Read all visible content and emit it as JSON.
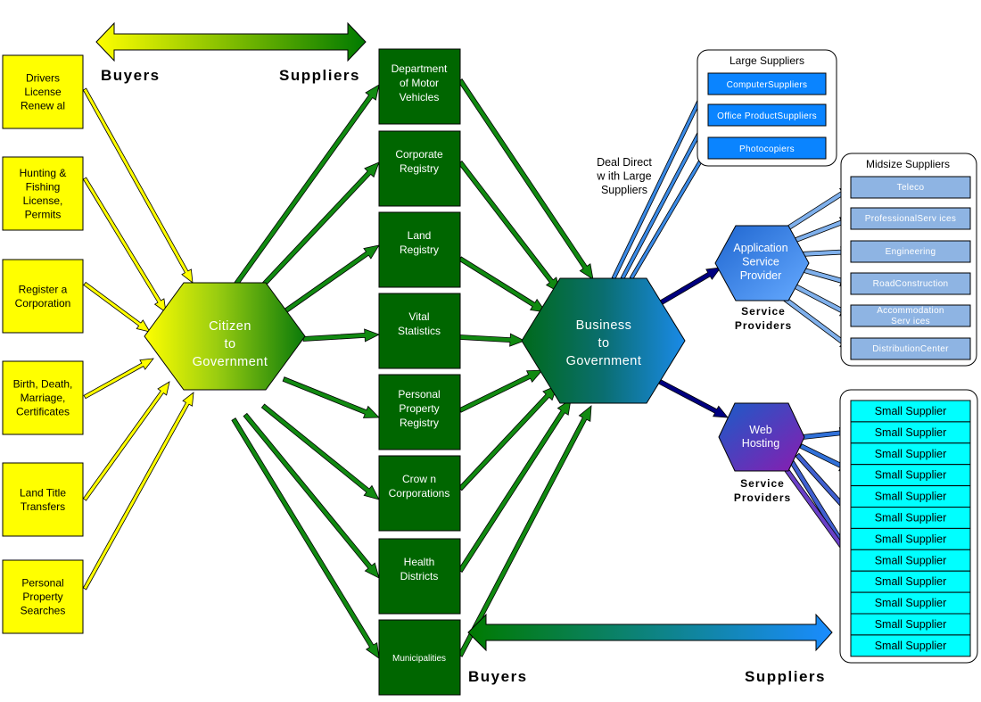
{
  "headers": {
    "top_buyers": "Buyers",
    "top_suppliers": "Suppliers",
    "bottom_buyers": "Buyers",
    "bottom_suppliers": "Suppliers"
  },
  "citizen_services": [
    [
      "Drivers",
      "License",
      "Renew al"
    ],
    [
      "Hunting &",
      "Fishing",
      "License,",
      "Permits"
    ],
    [
      "Register a",
      "Corporation"
    ],
    [
      "Birth, Death,",
      "Marriage,",
      "Certificates"
    ],
    [
      "Land Title",
      "Transfers"
    ],
    [
      "Personal",
      "Property",
      "Searches"
    ]
  ],
  "citizen_hub": [
    "Citizen",
    "to",
    "Government"
  ],
  "agencies": [
    [
      "Department",
      "of Motor",
      "Vehicles"
    ],
    [
      "Corporate",
      "Registry"
    ],
    [
      "Land",
      "Registry"
    ],
    [
      "Vital",
      "Statistics"
    ],
    [
      "Personal",
      "Property",
      "Registry"
    ],
    [
      "Crow n",
      "Corporations"
    ],
    [
      "Health",
      "Districts"
    ],
    [
      "Municipalities"
    ]
  ],
  "business_hub": [
    "Business",
    "to",
    "Government"
  ],
  "deal_direct": [
    "Deal Direct",
    "w ith Large",
    "Suppliers"
  ],
  "large_suppliers": {
    "title": "Large Suppliers",
    "items": [
      "ComputerSuppliers",
      "Office ProductSuppliers",
      "Photocopiers"
    ]
  },
  "midsize_suppliers": {
    "title": "Midsize  Suppliers",
    "items": [
      [
        "Teleco"
      ],
      [
        "ProfessionalServ ices"
      ],
      [
        "Engineering"
      ],
      [
        "RoadConstruction"
      ],
      [
        "Accommodation",
        "Serv ices"
      ],
      [
        "DistributionCenter"
      ]
    ]
  },
  "asp": {
    "label": [
      "Application",
      "Service",
      "Provider"
    ],
    "caption": [
      "Service",
      "Providers"
    ]
  },
  "web_hosting": {
    "label": [
      "Web",
      "Hosting"
    ],
    "caption": [
      "Service",
      "Providers"
    ]
  },
  "small_suppliers": {
    "label": "Small  Supplier",
    "count": 12
  },
  "colors": {
    "yellow_box": "#ffff00",
    "green_box": "#006600",
    "large_box": "#0a84ff",
    "midsize_box": "#8eb4e3",
    "small_box": "#00ffff",
    "asp_hex": "#2a7fe0",
    "web_hex": "#7a1fb0",
    "navy_arrow": "#000080"
  }
}
